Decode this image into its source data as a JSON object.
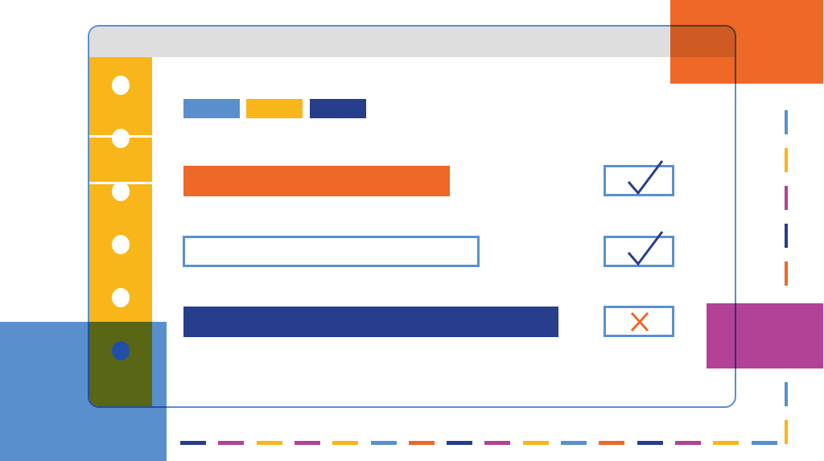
{
  "colors": {
    "window_border": "#5b8fcf",
    "titlebar": "#dedede",
    "sidebar": "#f9b61a",
    "light_blue": "#5a8fcd",
    "yellow": "#f9b61a",
    "navy": "#263e8b",
    "orange": "#ee6827",
    "magenta": "#b24295"
  },
  "legend_swatches": [
    "#5a8fcd",
    "#f9b61a",
    "#263e8b"
  ],
  "rows": [
    {
      "bar": "filled-orange",
      "status": "check"
    },
    {
      "bar": "outlined",
      "status": "check"
    },
    {
      "bar": "filled-navy",
      "status": "cross"
    }
  ],
  "icons": [
    "check-icon",
    "check-icon",
    "close-icon"
  ],
  "vertical_dashes": [
    "#5a8fcd",
    "#f9b61a",
    "#b24295",
    "#263e8b",
    "#ee6827"
  ],
  "vertical_dashes_lower": [
    "#5a8fcd",
    "#f9b61a"
  ],
  "horizontal_dashes": [
    "#263e8b",
    "#b24295",
    "#f9b61a",
    "#b24295",
    "#f9b61a",
    "#5a8fcd",
    "#ee6827",
    "#263e8b",
    "#b24295",
    "#f9b61a",
    "#5a8fcd",
    "#ee6827",
    "#263e8b",
    "#b24295",
    "#f9b61a",
    "#5a8fcd"
  ]
}
